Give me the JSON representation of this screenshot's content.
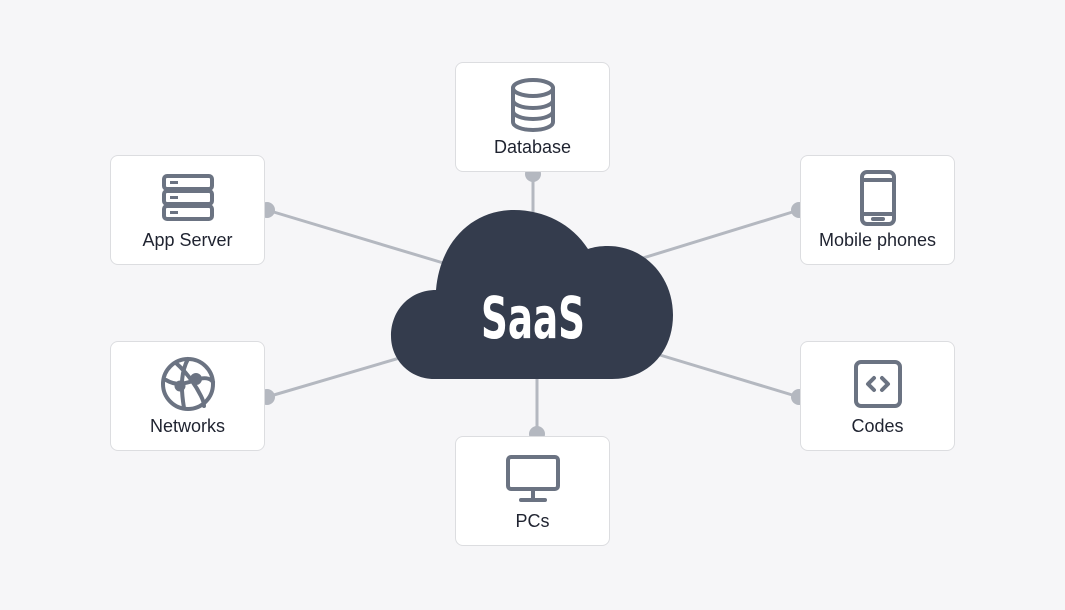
{
  "center": {
    "label": "SaaS"
  },
  "nodes": {
    "database": {
      "label": "Database",
      "icon": "database-icon"
    },
    "app_server": {
      "label": "App Server",
      "icon": "server-icon"
    },
    "mobile": {
      "label": "Mobile phones",
      "icon": "mobile-phone-icon"
    },
    "networks": {
      "label": "Networks",
      "icon": "globe-network-icon"
    },
    "codes": {
      "label": "Codes",
      "icon": "code-icon"
    },
    "pcs": {
      "label": "PCs",
      "icon": "monitor-icon"
    }
  },
  "colors": {
    "background": "#f6f6f8",
    "cloud": "#343c4d",
    "icon": "#6b7382",
    "connector": "#b4b8c0",
    "card_border": "#dcdde0",
    "text": "#1f2330"
  }
}
